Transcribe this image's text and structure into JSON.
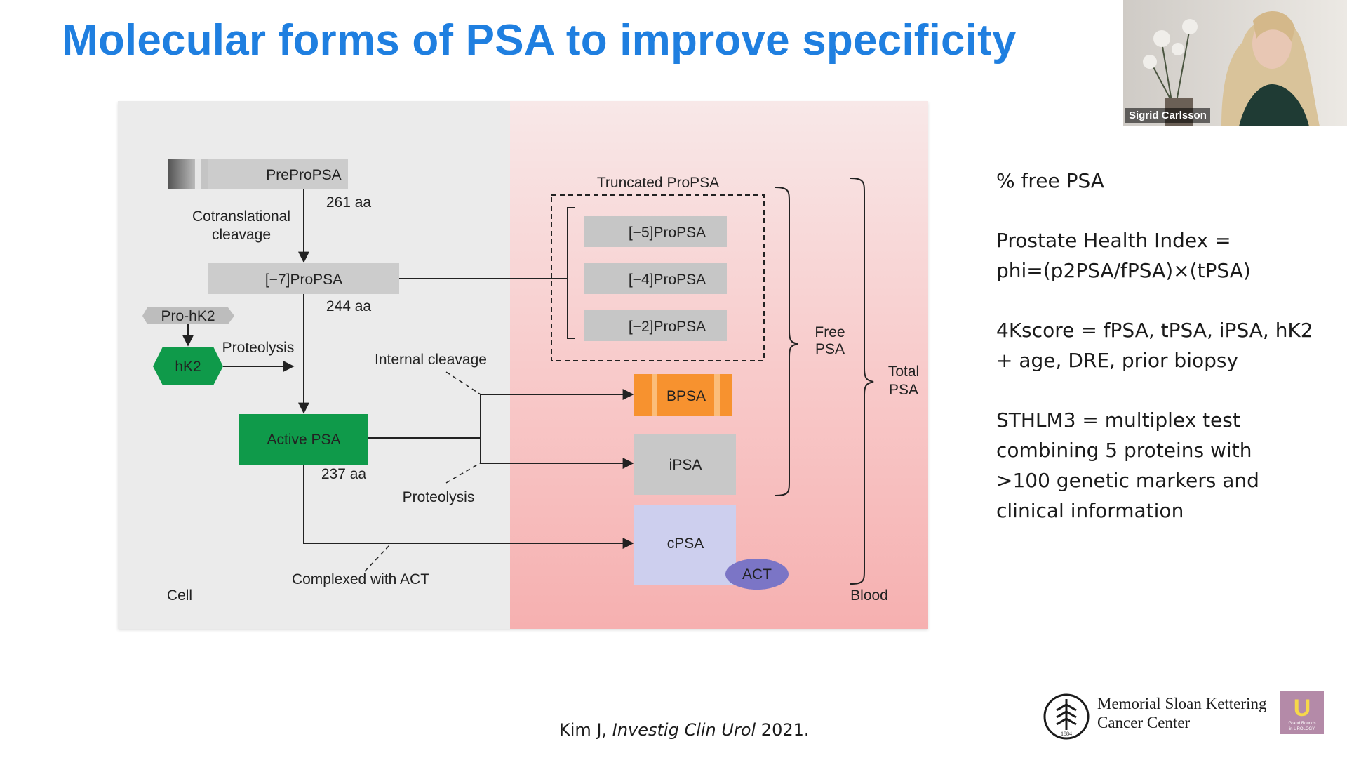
{
  "slide": {
    "title": "Molecular forms of PSA to improve specificity",
    "citation": {
      "author": "Kim J, ",
      "journal": "Investig Clin Urol",
      "year": " 2021."
    }
  },
  "video": {
    "participant_name": "Sigrid Carlsson"
  },
  "diagram": {
    "colors": {
      "cell_bg": "#ebebeb",
      "blood_bg_top": "#f8e6e6",
      "blood_bg_bottom": "#f7b3b3",
      "gray_box": "#cccccc",
      "green": "#0f9a4a",
      "orange": "#f7922f",
      "lavender": "#cdcfee",
      "act_oval": "#7b75c6"
    },
    "labels": {
      "preprosa": "PreProPSA",
      "aa261": "261 aa",
      "cotrans_1": "Cotranslational",
      "cotrans_2": "cleavage",
      "propsa7": "[−7]ProPSA",
      "aa244": "244 aa",
      "prohk2": "Pro-hK2",
      "hk2": "hK2",
      "proteolysis_hk2": "Proteolysis",
      "internal_cleavage": "Internal cleavage",
      "active_psa": "Active PSA",
      "aa237": "237 aa",
      "proteolysis": "Proteolysis",
      "complexed": "Complexed with ACT",
      "cell": "Cell",
      "truncated": "Truncated ProPSA",
      "propsa5": "[−5]ProPSA",
      "propsa4": "[−4]ProPSA",
      "propsa2": "[−2]ProPSA",
      "bpsa": "BPSA",
      "ipsa": "iPSA",
      "cpsa": "cPSA",
      "act": "ACT",
      "free_1": "Free",
      "free_2": "PSA",
      "total_1": "Total",
      "total_2": "PSA",
      "blood": "Blood"
    }
  },
  "bullets": [
    {
      "line1": "% free PSA",
      "line2": ""
    },
    {
      "line1": "Prostate Health Index =",
      "line2": "phi=(p2PSA/fPSA)×(tPSA)"
    },
    {
      "line1": "4Kscore = fPSA, tPSA, iPSA, hK2",
      "line2": "+ age, DRE, prior biopsy"
    },
    {
      "line1": "STHLM3 = multiplex test",
      "line2": "combining 5 proteins with",
      "line3": ">100 genetic markers and",
      "line4": "clinical information"
    }
  ],
  "logo": {
    "name_line1": "Memorial Sloan Kettering",
    "name_line2": "Cancer Center",
    "year": "1884",
    "badge_letter": "U",
    "badge_line1": "Grand Rounds",
    "badge_line2": "in UROLOGY"
  }
}
